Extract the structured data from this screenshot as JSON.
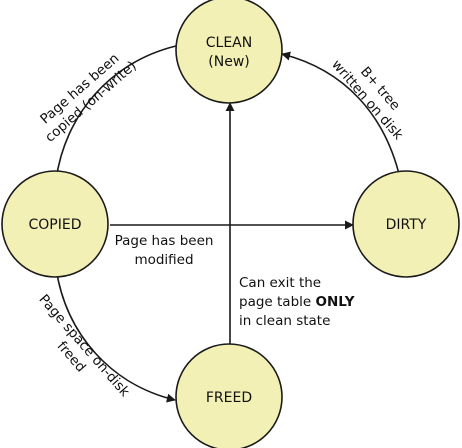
{
  "nodes": {
    "clean": {
      "line1": "CLEAN",
      "line2": "(New)"
    },
    "copied": {
      "label": "COPIED"
    },
    "dirty": {
      "label": "DIRTY"
    },
    "freed": {
      "label": "FREED"
    }
  },
  "edges": {
    "clean_to_copied": {
      "line1": "Page has been",
      "line2": "copied (on-write)"
    },
    "dirty_to_clean": {
      "line1": "B+ tree",
      "line2": "written on disk"
    },
    "copied_to_dirty": {
      "line1": "Page has been",
      "line2": "modified"
    },
    "copied_to_freed": {
      "line1": "Page space on-disk",
      "line2": "freed"
    },
    "freed_to_clean": {
      "line1": "Can exit the",
      "line2_prefix": "page table ",
      "line2_bold": "ONLY",
      "line3": "in clean state"
    }
  },
  "colors": {
    "node_fill": "#f2f0b4",
    "stroke": "#1a1a1a"
  }
}
